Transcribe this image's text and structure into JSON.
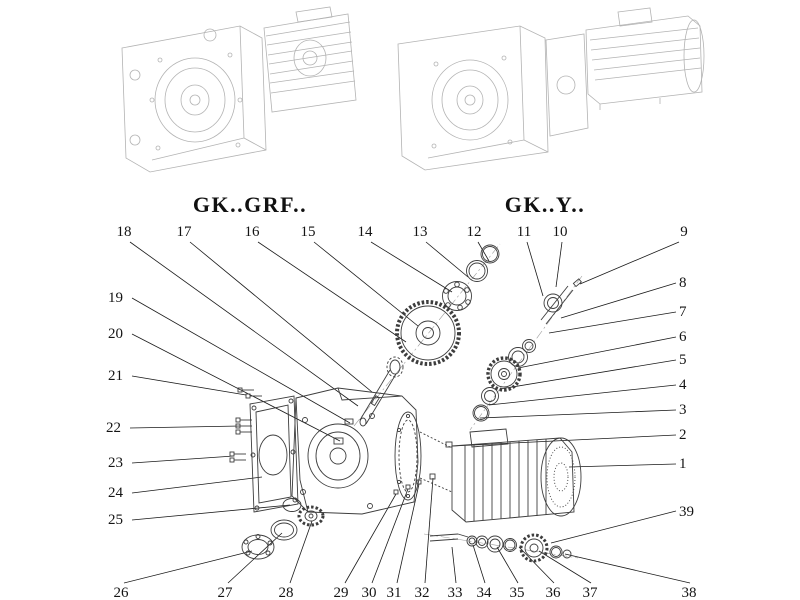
{
  "diagram": {
    "left_view_label": "GK..GRF..",
    "right_view_label": "GK..Y.."
  },
  "callouts": {
    "top_row": [
      "18",
      "17",
      "16",
      "15",
      "14",
      "13",
      "12",
      "11",
      "10",
      "9"
    ],
    "left_column": [
      "19",
      "20",
      "21",
      "22",
      "23",
      "24",
      "25"
    ],
    "right_column": [
      "8",
      "7",
      "6",
      "5",
      "4",
      "3",
      "2",
      "1",
      "39"
    ],
    "bottom_row": [
      "26",
      "27",
      "28",
      "29",
      "30",
      "31",
      "32",
      "33",
      "34",
      "35",
      "36",
      "37",
      "38"
    ]
  }
}
